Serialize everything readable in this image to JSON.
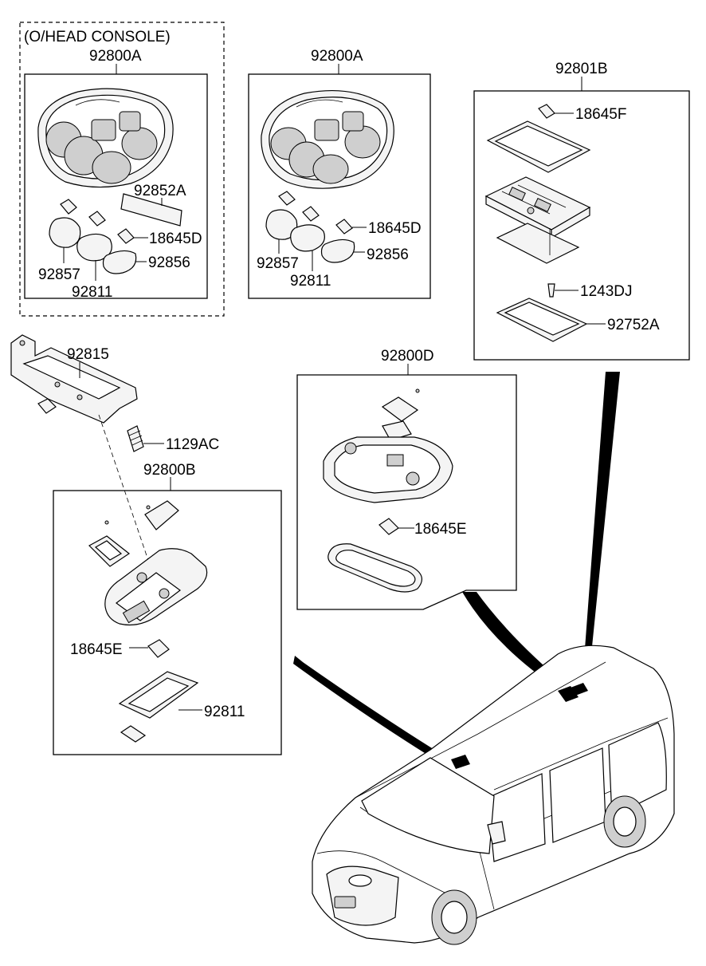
{
  "labels": {
    "oh_console": "(O/HEAD CONSOLE)",
    "p92800A_1": "92800A",
    "p92852A": "92852A",
    "p18645D_1": "18645D",
    "p92857_1": "92857",
    "p92856_1": "92856",
    "p92811_1": "92811",
    "p92800A_2": "92800A",
    "p18645D_2": "18645D",
    "p92857_2": "92857",
    "p92856_2": "92856",
    "p92811_2": "92811",
    "p92801B": "92801B",
    "p18645F": "18645F",
    "p1243DJ": "1243DJ",
    "p92752A": "92752A",
    "p92815": "92815",
    "p1129AC": "1129AC",
    "p92800B": "92800B",
    "p18645E_1": "18645E",
    "p92811_3": "92811",
    "p92800D": "92800D",
    "p18645E_2": "18645E"
  },
  "colors": {
    "line": "#000000",
    "part_fill": "#f4f4f4",
    "shade": "#cfcfcf"
  }
}
